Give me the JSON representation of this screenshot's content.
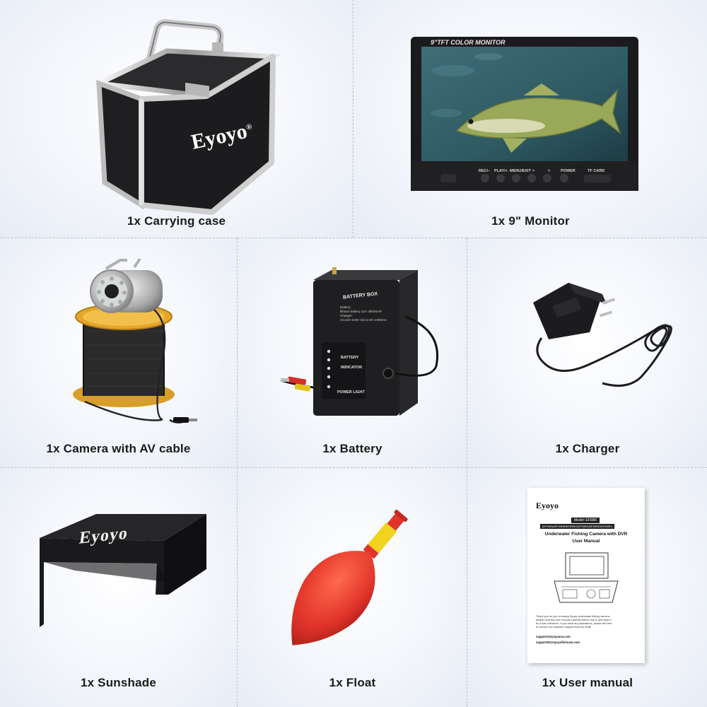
{
  "items": [
    {
      "caption": "1x Carrying case",
      "brand": "Eyoyo",
      "registered": "®"
    },
    {
      "caption": "1x 9\" Monitor",
      "header": "9\"TFT COLOR MONITOR",
      "buttons": [
        "REC/–",
        "PLAY/+",
        "MENU/EXIT",
        ">",
        "<",
        "POWER"
      ],
      "card_label": "TF CARD"
    },
    {
      "caption": "1x Camera with AV cable"
    },
    {
      "caption": "1x Battery",
      "box_title": "BATTERY BOX",
      "spec_line1": "Battery:",
      "spec_line2": "lithium battery 12V 4500mAh",
      "spec_line3": "Charger:",
      "spec_line4": "AC100~240V DC12.5V 1000mA",
      "indicator1": "BATTERY",
      "indicator2": "INDICATOR",
      "indicator3": "POWER LIGHT"
    },
    {
      "caption": "1x Charger"
    },
    {
      "caption": "1x Sunshade",
      "brand": "Eyoyo"
    },
    {
      "caption": "1x Float"
    },
    {
      "caption": "1x User manual",
      "brand": "Eyoyo",
      "model": "Model: EF09R",
      "model_variants": "(EF09RA/EF09RB/EF09RC/EF09RD/EF09RE/EF09RF)",
      "title1": "Underwater Fishing Camera with DVR",
      "title2": "User Manual",
      "intro1": "Thank you for you choosing Eyoyo underwater fishing camera,",
      "intro2": "please read this user manual carefully before use it, and keep it",
      "intro3": "for future reference. If you need any assistance, please feel free",
      "intro4": "to contact our customer support team by email",
      "email1": "support@eyoyousa.com",
      "email2": "support02@eyoyofishcam.com"
    }
  ],
  "colors": {
    "divider": "#b8bdc6",
    "case_black": "#1c1c1e",
    "float_red": "#e0332a",
    "float_yellow": "#f1d21e"
  }
}
